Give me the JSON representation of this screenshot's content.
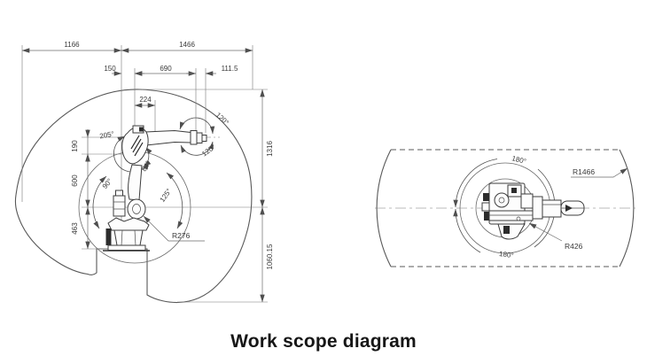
{
  "title": {
    "text": "Work scope diagram"
  },
  "side_view": {
    "dims": {
      "span_left": "1166",
      "span_right": "1466",
      "offset_150": "150",
      "reach_690": "690",
      "reach_111_5": "111.5",
      "offset_224": "224",
      "h_190": "190",
      "h_600": "600",
      "h_463": "463",
      "v_1316": "1316",
      "v_1060": "1060.15",
      "radius_min": "R276"
    },
    "angles": {
      "a205": "205°",
      "a84": "84°",
      "a90": "90°",
      "a125": "125°",
      "a120_upper": "120°",
      "a120_lower": "120°"
    }
  },
  "top_view": {
    "angles": {
      "a180_top": "180°",
      "a180_bottom": "180°"
    },
    "radii": {
      "outer": "R1466",
      "inner": "R426"
    }
  },
  "colors": {
    "line": "#4f4f4f",
    "dimension_text": "#3a3a3a",
    "title_text": "#161616",
    "background": "#ffffff"
  }
}
